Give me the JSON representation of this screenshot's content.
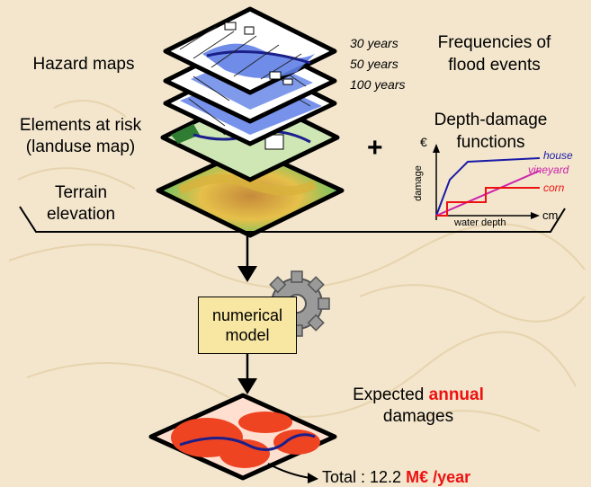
{
  "labels": {
    "hazard_maps": "Hazard maps",
    "elements_at_risk_1": "Elements at risk",
    "elements_at_risk_2": "(landuse map)",
    "terrain_1": "Terrain",
    "terrain_2": "elevation",
    "frequencies_1": "Frequencies of",
    "frequencies_2": "flood events",
    "depth_damage_1": "Depth-damage",
    "depth_damage_2": "functions",
    "plus": "+",
    "years": [
      "30 years",
      "50 years",
      "100 years"
    ],
    "model_1": "numerical",
    "model_2": "model",
    "expected_1": "Expected",
    "expected_annual": "annual",
    "expected_2": "damages",
    "total_prefix": "Total : 12.2",
    "total_unit": "M€ /year"
  },
  "damage_chart": {
    "y_unit": "€",
    "x_unit": "cm",
    "ylabel": "damage",
    "xlabel": "water depth",
    "series": [
      {
        "name": "house",
        "color": "#1a1aa6"
      },
      {
        "name": "vineyard",
        "color": "#cc22aa"
      },
      {
        "name": "corn",
        "color": "#ee1111"
      }
    ]
  },
  "colors": {
    "background": "#f3e6cd",
    "map_blue": "#5f7fe6",
    "landuse_green": "#cfe7b5",
    "model_box": "#f8e7a2",
    "damage_red": "#ee4422",
    "highlight_red": "#ee1111"
  }
}
